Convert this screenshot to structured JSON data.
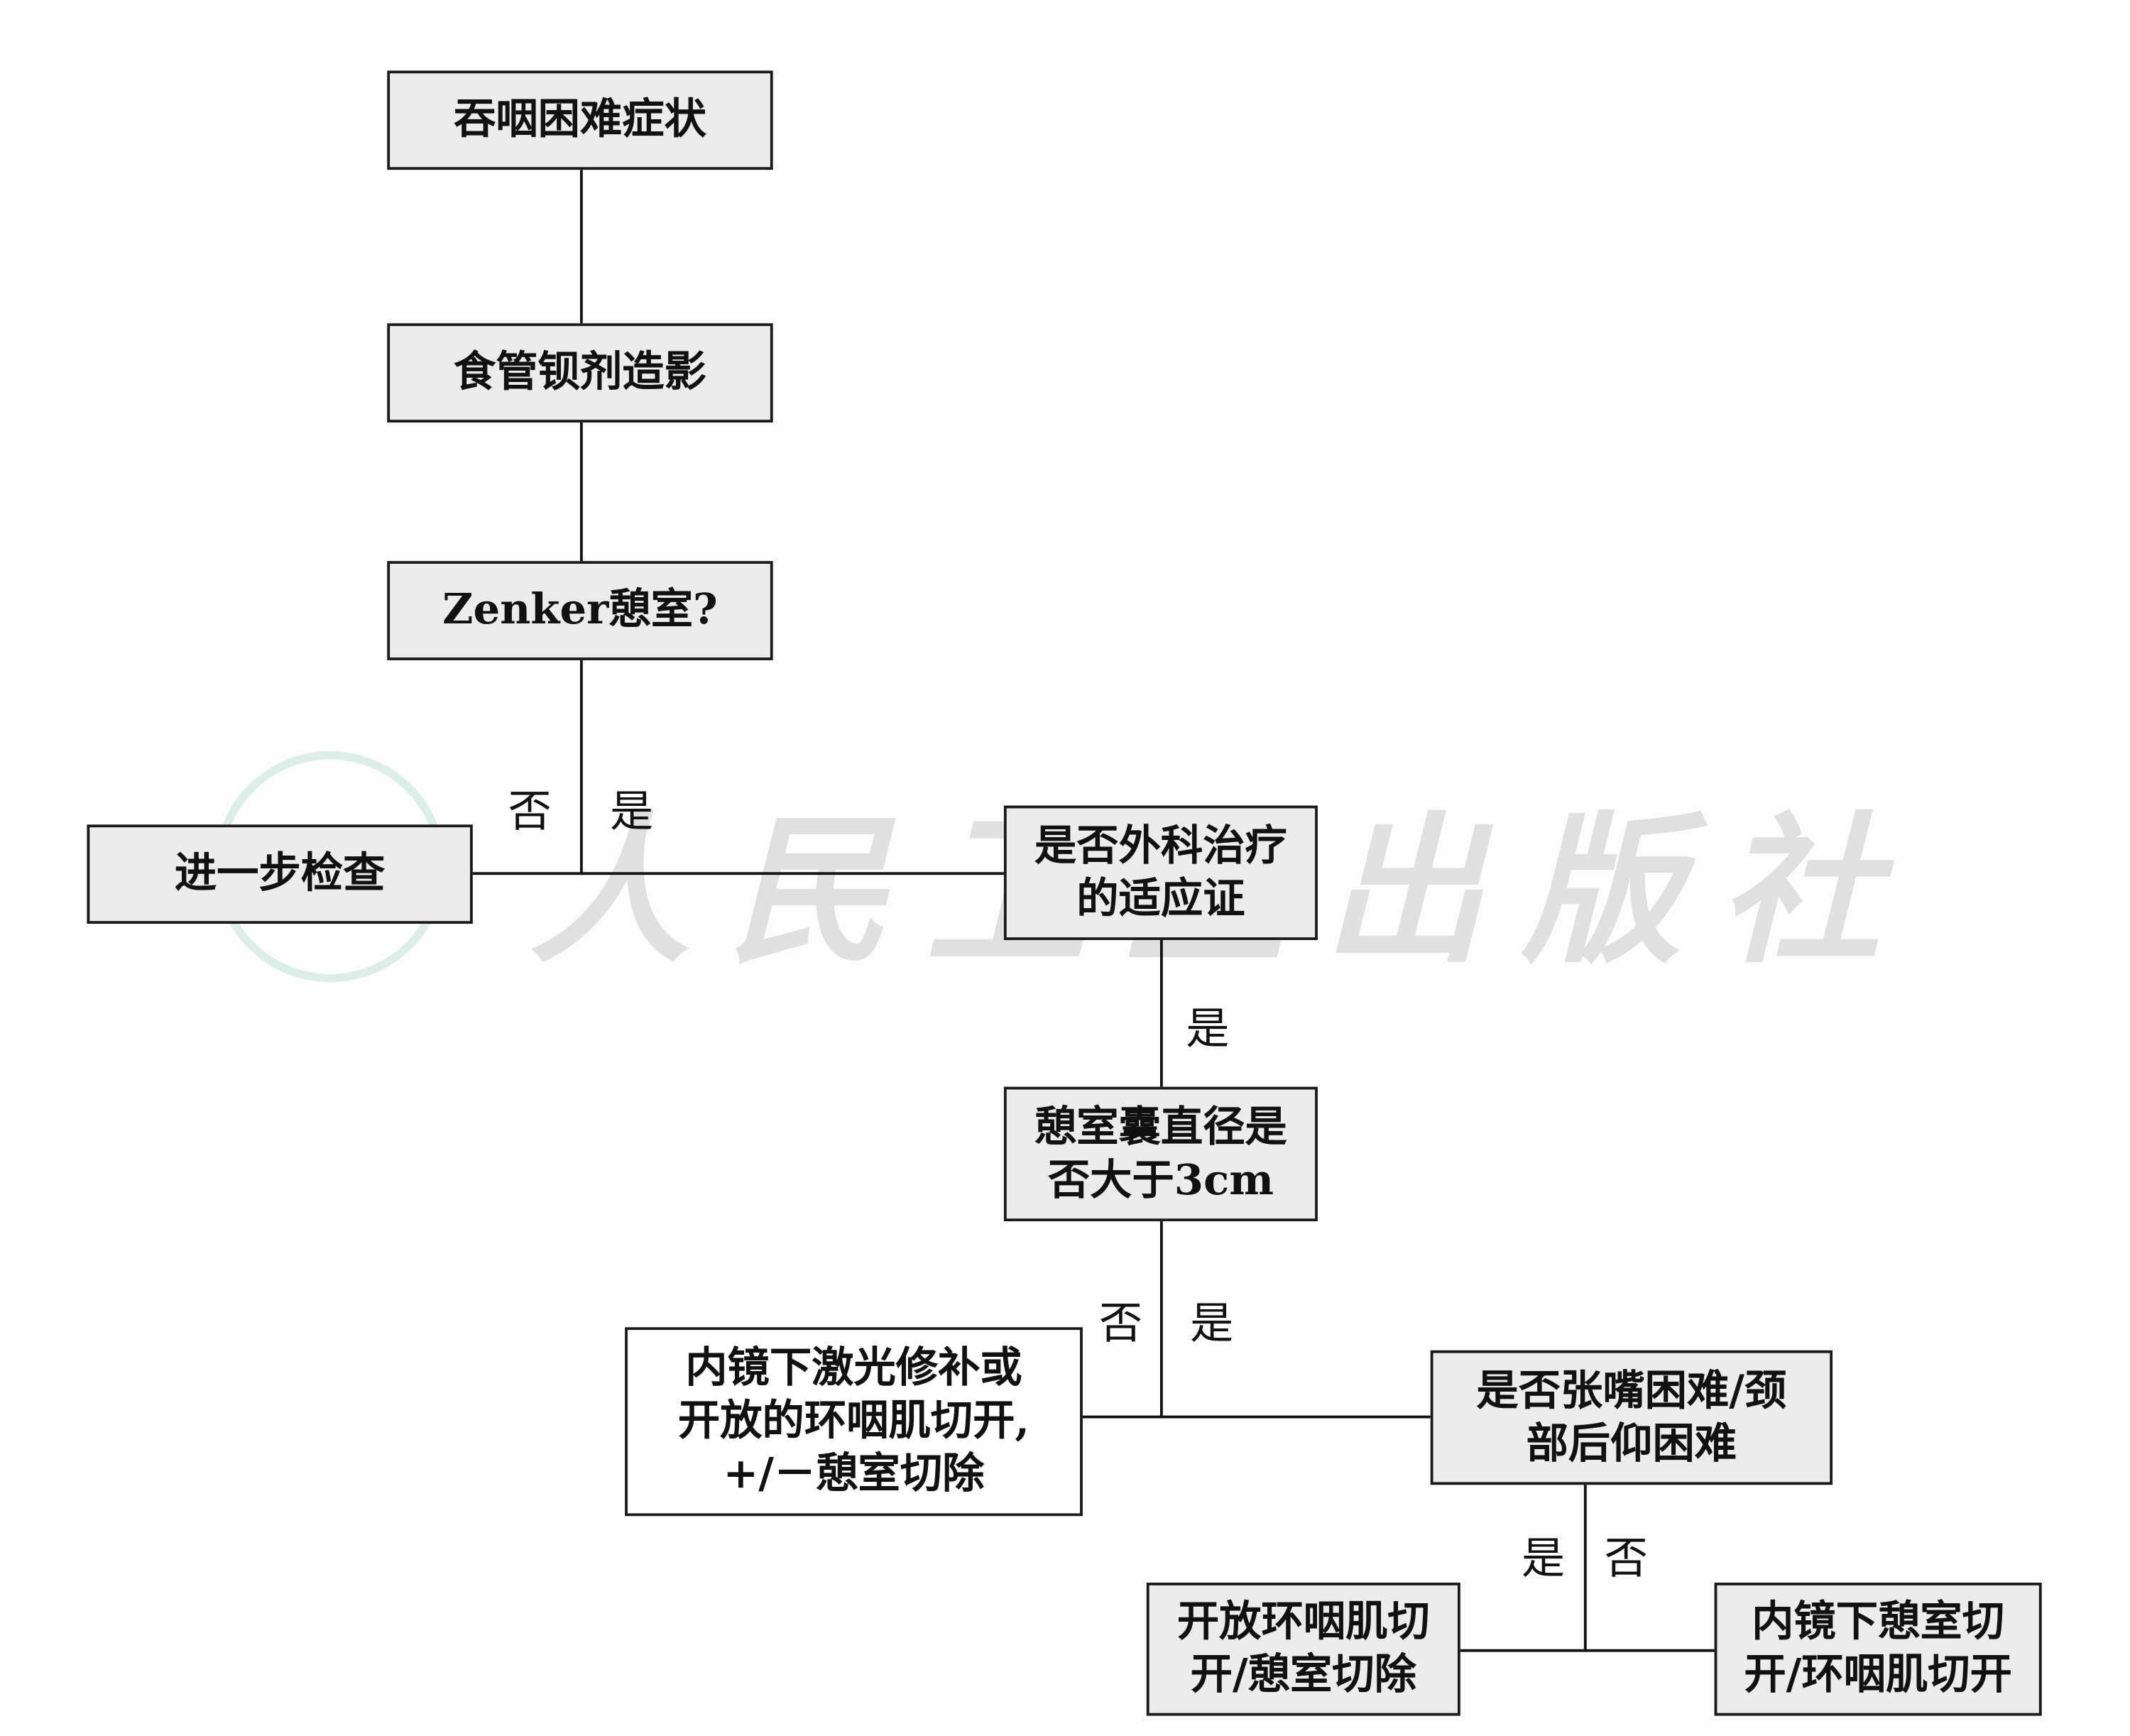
{
  "nodes": {
    "symptom": "吞咽困难症状",
    "barium": "食管钡剂造影",
    "zenker": "Zenker憩室?",
    "further": "进一步检查",
    "surgery_indication": "是否外科治疗\n的适应证",
    "size": "憩室囊直径是\n否大于3cm",
    "laser": "内镜下激光修补或\n开放的环咽肌切开,\n+/－憩室切除",
    "neck": "是否张嘴困难/颈\n部后仰困难",
    "open": "开放环咽肌切\n开/憩室切除",
    "endo": "内镜下憩室切\n开/环咽肌切开"
  },
  "labels": {
    "zenker_no": "否",
    "zenker_yes": "是",
    "indication_yes": "是",
    "size_no": "否",
    "size_yes": "是",
    "neck_yes": "是",
    "neck_no": "否"
  },
  "watermark": "人民卫生出版社"
}
